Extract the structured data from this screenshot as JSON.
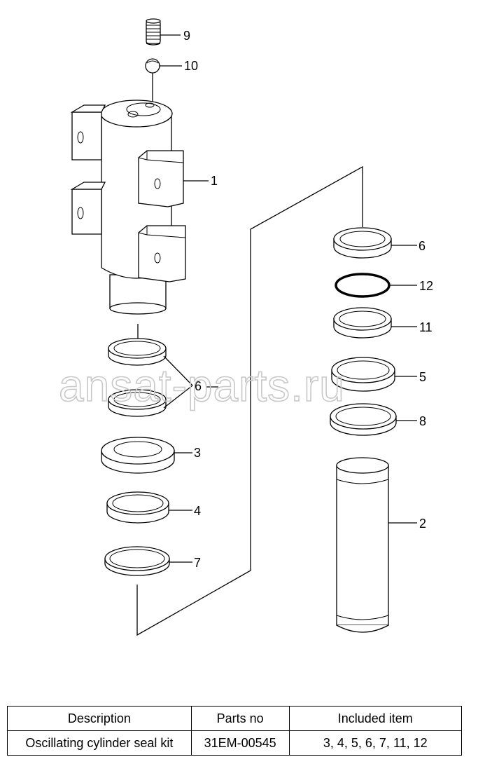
{
  "watermark": "ansat-parts.ru",
  "corner_mark": "",
  "callouts": [
    {
      "id": "c9",
      "label": "9"
    },
    {
      "id": "c10",
      "label": "10"
    },
    {
      "id": "c1",
      "label": "1"
    },
    {
      "id": "c6a",
      "label": "6"
    },
    {
      "id": "c3",
      "label": "3"
    },
    {
      "id": "c4",
      "label": "4"
    },
    {
      "id": "c7",
      "label": "7"
    },
    {
      "id": "c6b",
      "label": "6"
    },
    {
      "id": "c12",
      "label": "12"
    },
    {
      "id": "c11",
      "label": "11"
    },
    {
      "id": "c5",
      "label": "5"
    },
    {
      "id": "c8",
      "label": "8"
    },
    {
      "id": "c2",
      "label": "2"
    }
  ],
  "table": {
    "headers": [
      "Description",
      "Parts no",
      "Included item"
    ],
    "rows": [
      [
        "Oscillating cylinder seal kit",
        "31EM-00545",
        "3, 4, 5, 6, 7, 11, 12"
      ]
    ]
  }
}
